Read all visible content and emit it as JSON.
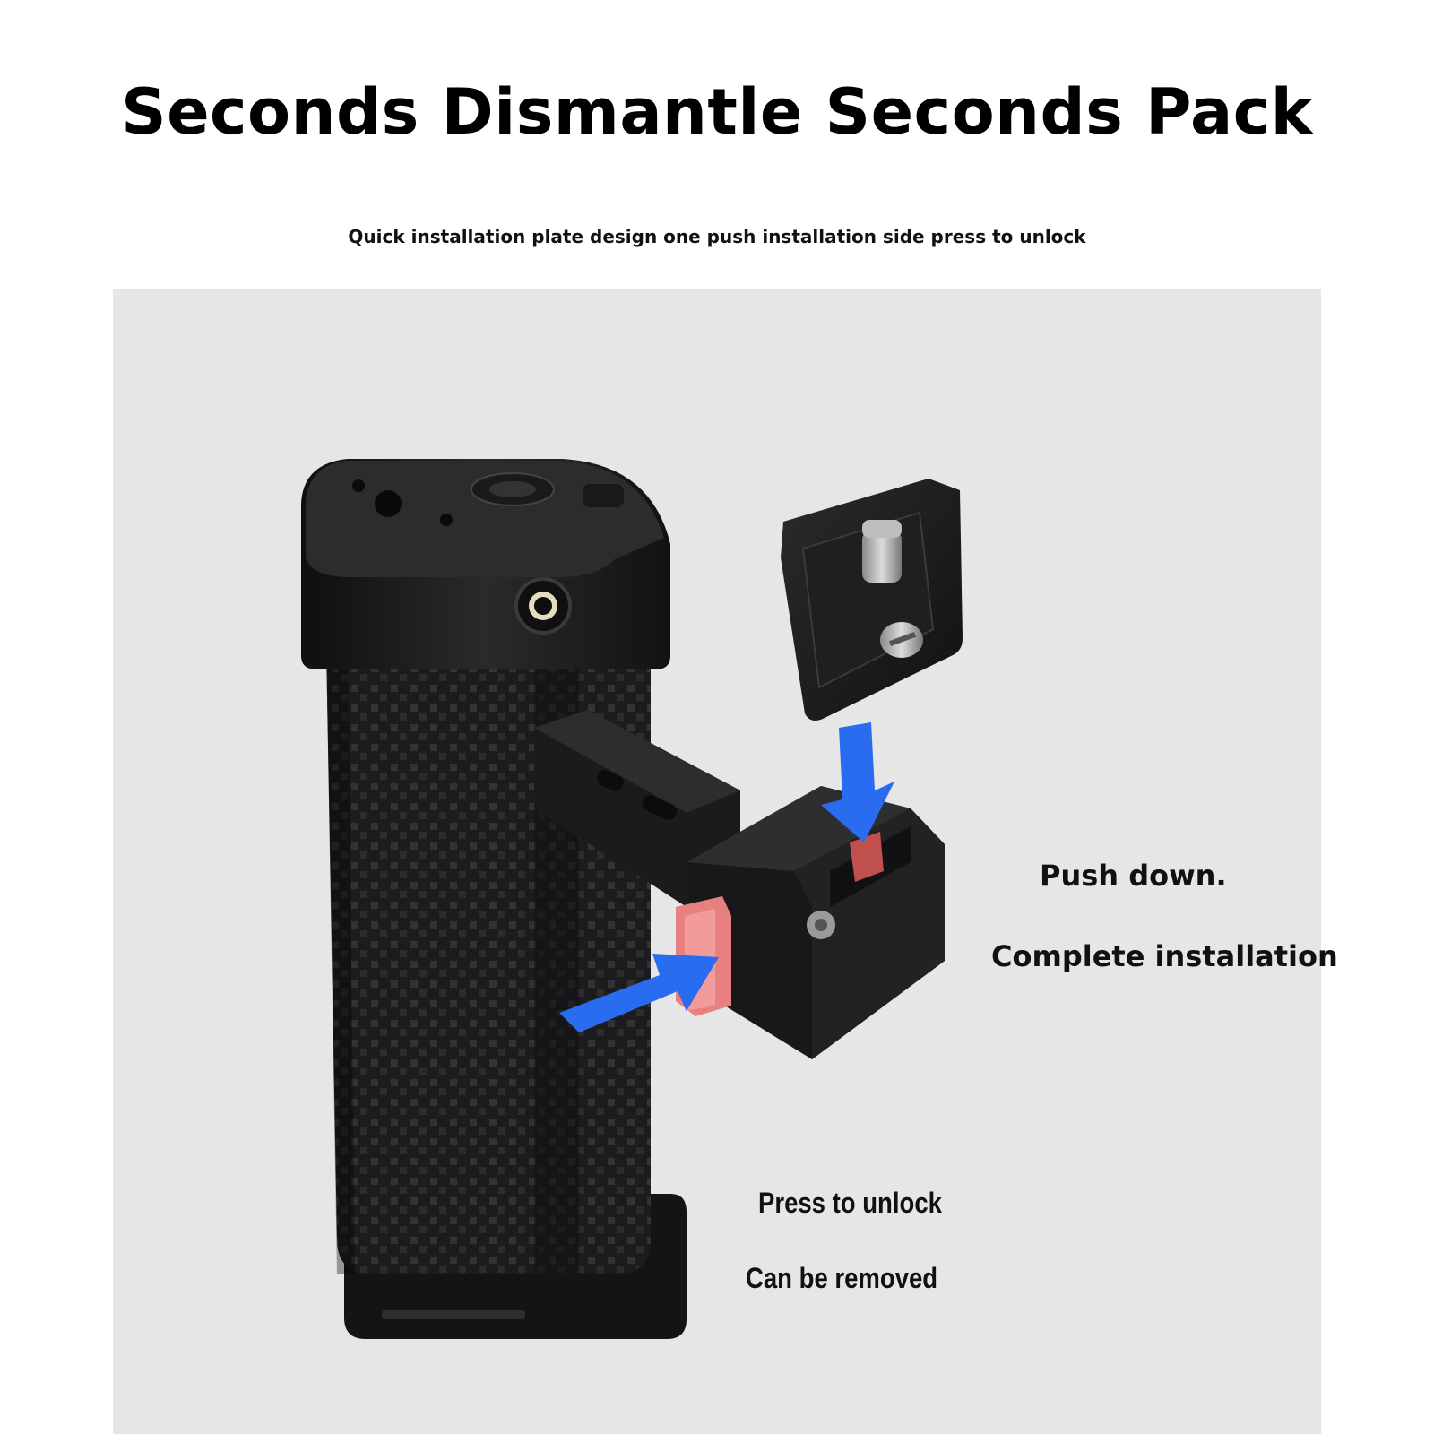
{
  "header": {
    "title": "Seconds Dismantle Seconds Pack",
    "subtitle": "Quick installation plate design one push installation side press to unlock"
  },
  "callouts": {
    "push_down": "Push down.",
    "complete_installation": "Complete installation",
    "press_to_unlock": "Press to unlock",
    "can_be_removed": "Can be removed"
  },
  "colors": {
    "arrow": "#2a6cf0",
    "release_button": "#e8807f",
    "panel_bg": "#e6e6e6",
    "metal": "#1b1b1d"
  }
}
